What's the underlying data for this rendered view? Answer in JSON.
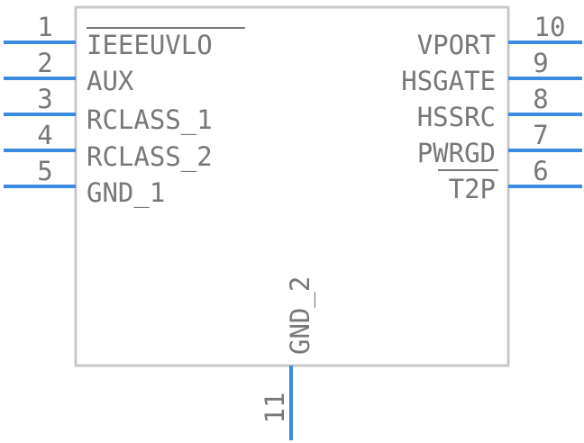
{
  "component": {
    "colors": {
      "body_stroke": "#c8c8c8",
      "pin_line": "#3b8be0",
      "text": "#787878"
    },
    "left_pins": [
      {
        "number": "1",
        "name": "IEEEUVLO",
        "active_low": true
      },
      {
        "number": "2",
        "name": "AUX",
        "active_low": false
      },
      {
        "number": "3",
        "name": "RCLASS_1",
        "active_low": false
      },
      {
        "number": "4",
        "name": "RCLASS_2",
        "active_low": false
      },
      {
        "number": "5",
        "name": "GND_1",
        "active_low": false
      }
    ],
    "right_pins": [
      {
        "number": "10",
        "name": "VPORT",
        "active_low": false
      },
      {
        "number": "9",
        "name": "HSGATE",
        "active_low": false
      },
      {
        "number": "8",
        "name": "HSSRC",
        "active_low": false
      },
      {
        "number": "7",
        "name": "PWRGD",
        "active_low": false
      },
      {
        "number": "6",
        "name": "T2P",
        "active_low": true
      }
    ],
    "bottom_pins": [
      {
        "number": "11",
        "name": "GND_2",
        "active_low": false
      }
    ]
  }
}
